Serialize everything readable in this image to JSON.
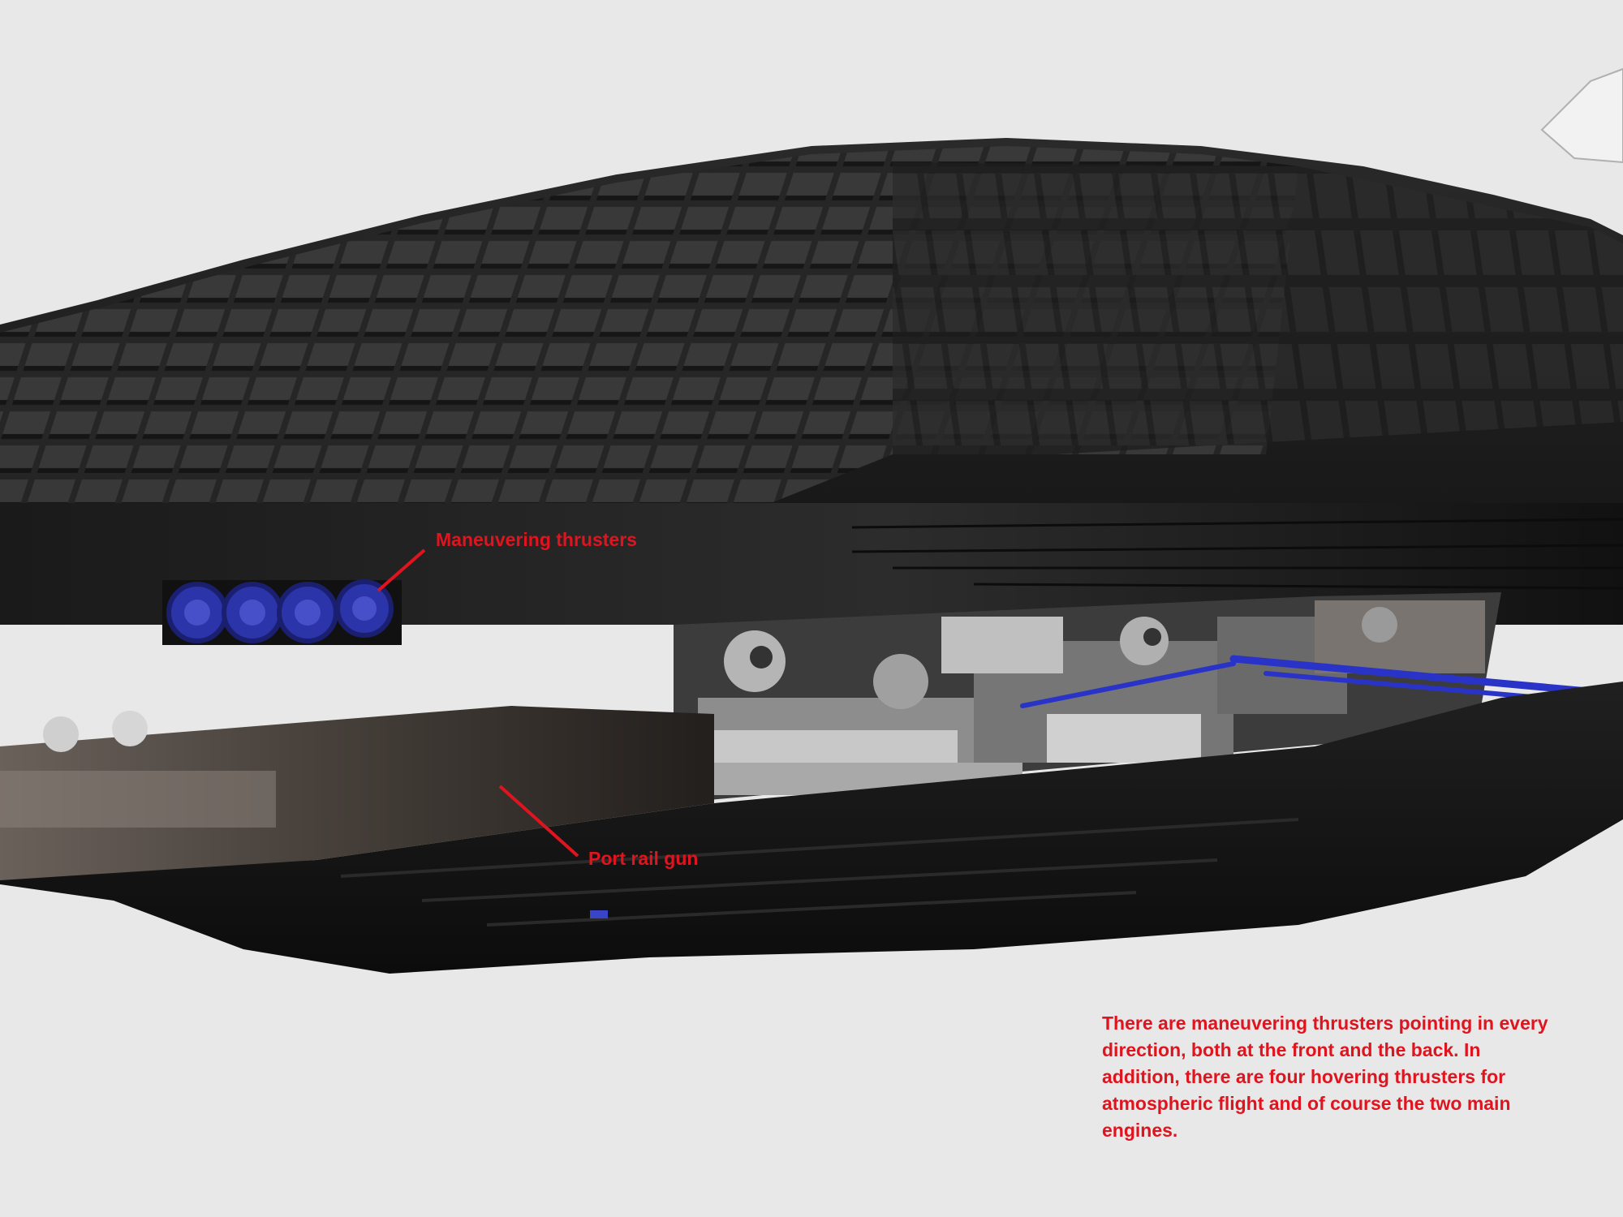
{
  "annotations": {
    "maneuvering_thrusters": "Maneuvering thrusters",
    "port_rail_gun": "Port rail gun"
  },
  "caption": "There are maneuvering thrusters pointing in every direction, both at the front and the back. In addition, there are four hovering thrusters for atmospheric flight and of course the two main engines.",
  "colors": {
    "background": "#e8e8e8",
    "hull": "#1a1a1a",
    "annotation": "#e0141e",
    "thruster": "#2b34a8"
  }
}
